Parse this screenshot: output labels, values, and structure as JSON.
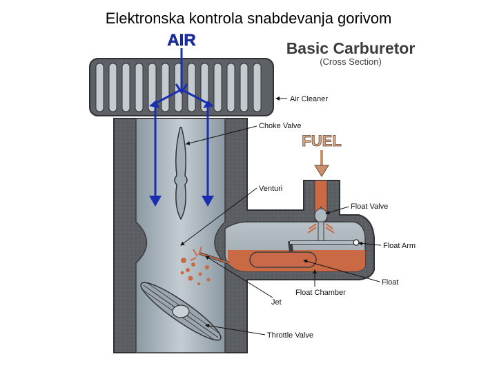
{
  "slide": {
    "title": "Elektronska kontrola snabdevanja gorivom"
  },
  "diagram": {
    "air_label": "AIR",
    "fuel_label": "FUEL",
    "heading": "Basic Carburetor",
    "subheading": "(Cross Section)",
    "callouts": {
      "air_cleaner": "Air Cleaner",
      "choke_valve": "Choke Valve",
      "venturi": "Venturi",
      "float_valve": "Float Valve",
      "float_arm": "Float Arm",
      "float": "Float",
      "float_chamber": "Float Chamber",
      "jet": "Jet",
      "throttle_valve": "Throttle Valve"
    },
    "colors": {
      "air_arrow": "#1a2fb0",
      "fuel_arrow": "#c9906a",
      "fuel": "#c96a45",
      "body": "#5a5d61",
      "throat": "#a9b5bd"
    }
  }
}
